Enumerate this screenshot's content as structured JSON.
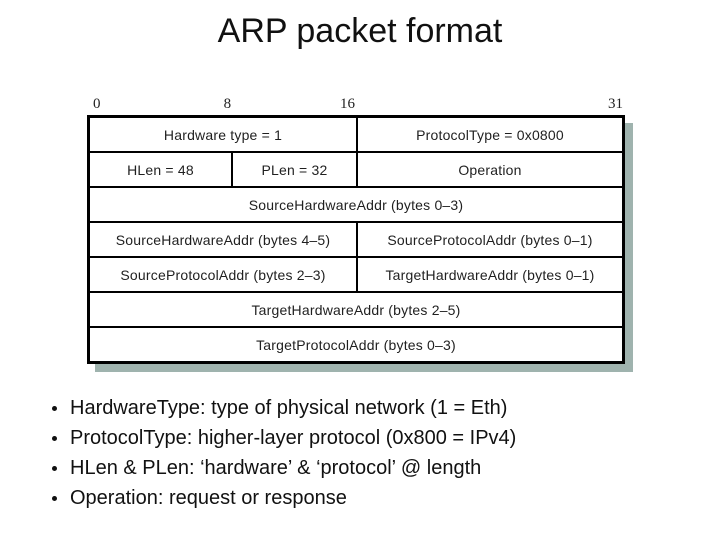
{
  "slide": {
    "title": "ARP packet format"
  },
  "diagram": {
    "bit_labels": [
      "0",
      "8",
      "16",
      "31"
    ],
    "shadow_color": "#9fb3ae",
    "rows": [
      {
        "cells": [
          {
            "label": "Hardware type = 1",
            "bits": 16
          },
          {
            "label": "ProtocolType = 0x0800",
            "bits": 16
          }
        ]
      },
      {
        "cells": [
          {
            "label": "HLen = 48",
            "bits": 8
          },
          {
            "label": "PLen = 32",
            "bits": 8
          },
          {
            "label": "Operation",
            "bits": 16
          }
        ]
      },
      {
        "cells": [
          {
            "label": "SourceHardwareAddr (bytes 0–3)",
            "bits": 32
          }
        ]
      },
      {
        "cells": [
          {
            "label": "SourceHardwareAddr (bytes 4–5)",
            "bits": 16
          },
          {
            "label": "SourceProtocolAddr (bytes 0–1)",
            "bits": 16
          }
        ]
      },
      {
        "cells": [
          {
            "label": "SourceProtocolAddr (bytes 2–3)",
            "bits": 16
          },
          {
            "label": "TargetHardwareAddr (bytes 0–1)",
            "bits": 16
          }
        ]
      },
      {
        "cells": [
          {
            "label": "TargetHardwareAddr (bytes 2–5)",
            "bits": 32
          }
        ]
      },
      {
        "cells": [
          {
            "label": "TargetProtocolAddr (bytes 0–3)",
            "bits": 32
          }
        ]
      }
    ]
  },
  "bullets": {
    "items": [
      "HardwareType: type of physical network (1 = Eth)",
      "ProtocolType: higher-layer protocol (0x800 = IPv4)",
      "HLen & PLen: ‘hardware’ & ‘protocol’ @ length",
      "Operation: request or response"
    ]
  }
}
